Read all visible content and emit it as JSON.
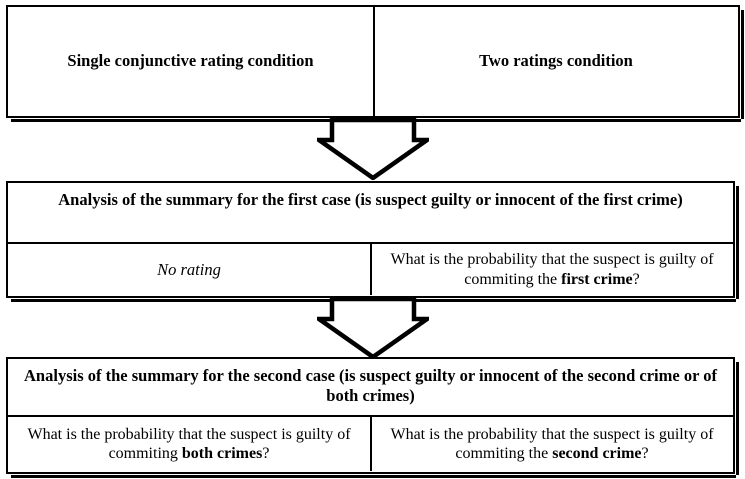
{
  "figure": {
    "type": "flowchart",
    "orientation": "top-to-bottom",
    "columns": [
      "Single conjunctive rating condition",
      "Two ratings condition"
    ],
    "accent_color": "#000000",
    "background_color": "#ffffff"
  },
  "stages": {
    "conditions": {
      "name": "experimental-conditions",
      "left_label": "Single conjunctive rating condition",
      "right_label": "Two ratings condition"
    },
    "first_case": {
      "name": "first-case",
      "header": "Analysis of the summary for the first case (is suspect guilty or innocent of the first crime)",
      "left_cell": {
        "text": "No rating",
        "style": "italic"
      },
      "right_cell": {
        "prefix": "What is the probability that the suspect is guilty of commiting the ",
        "emphasis": "first crime",
        "suffix": "?"
      }
    },
    "second_case": {
      "name": "second-case",
      "header": "Analysis of the summary for the second case (is suspect guilty or innocent of the second crime or of both crimes)",
      "left_cell": {
        "prefix": "What is the probability that the suspect is guilty of commiting ",
        "emphasis": "both crimes",
        "suffix": "?"
      },
      "right_cell": {
        "prefix": "What is the probability that the suspect is guilty of commiting the ",
        "emphasis": "second crime",
        "suffix": "?"
      }
    }
  },
  "connectors": [
    {
      "name": "arrow-conditions-to-first",
      "from": "conditions",
      "to": "first_case",
      "shape": "hollow-block-down-arrow"
    },
    {
      "name": "arrow-first-to-second",
      "from": "first_case",
      "to": "second_case",
      "shape": "hollow-block-down-arrow"
    }
  ]
}
